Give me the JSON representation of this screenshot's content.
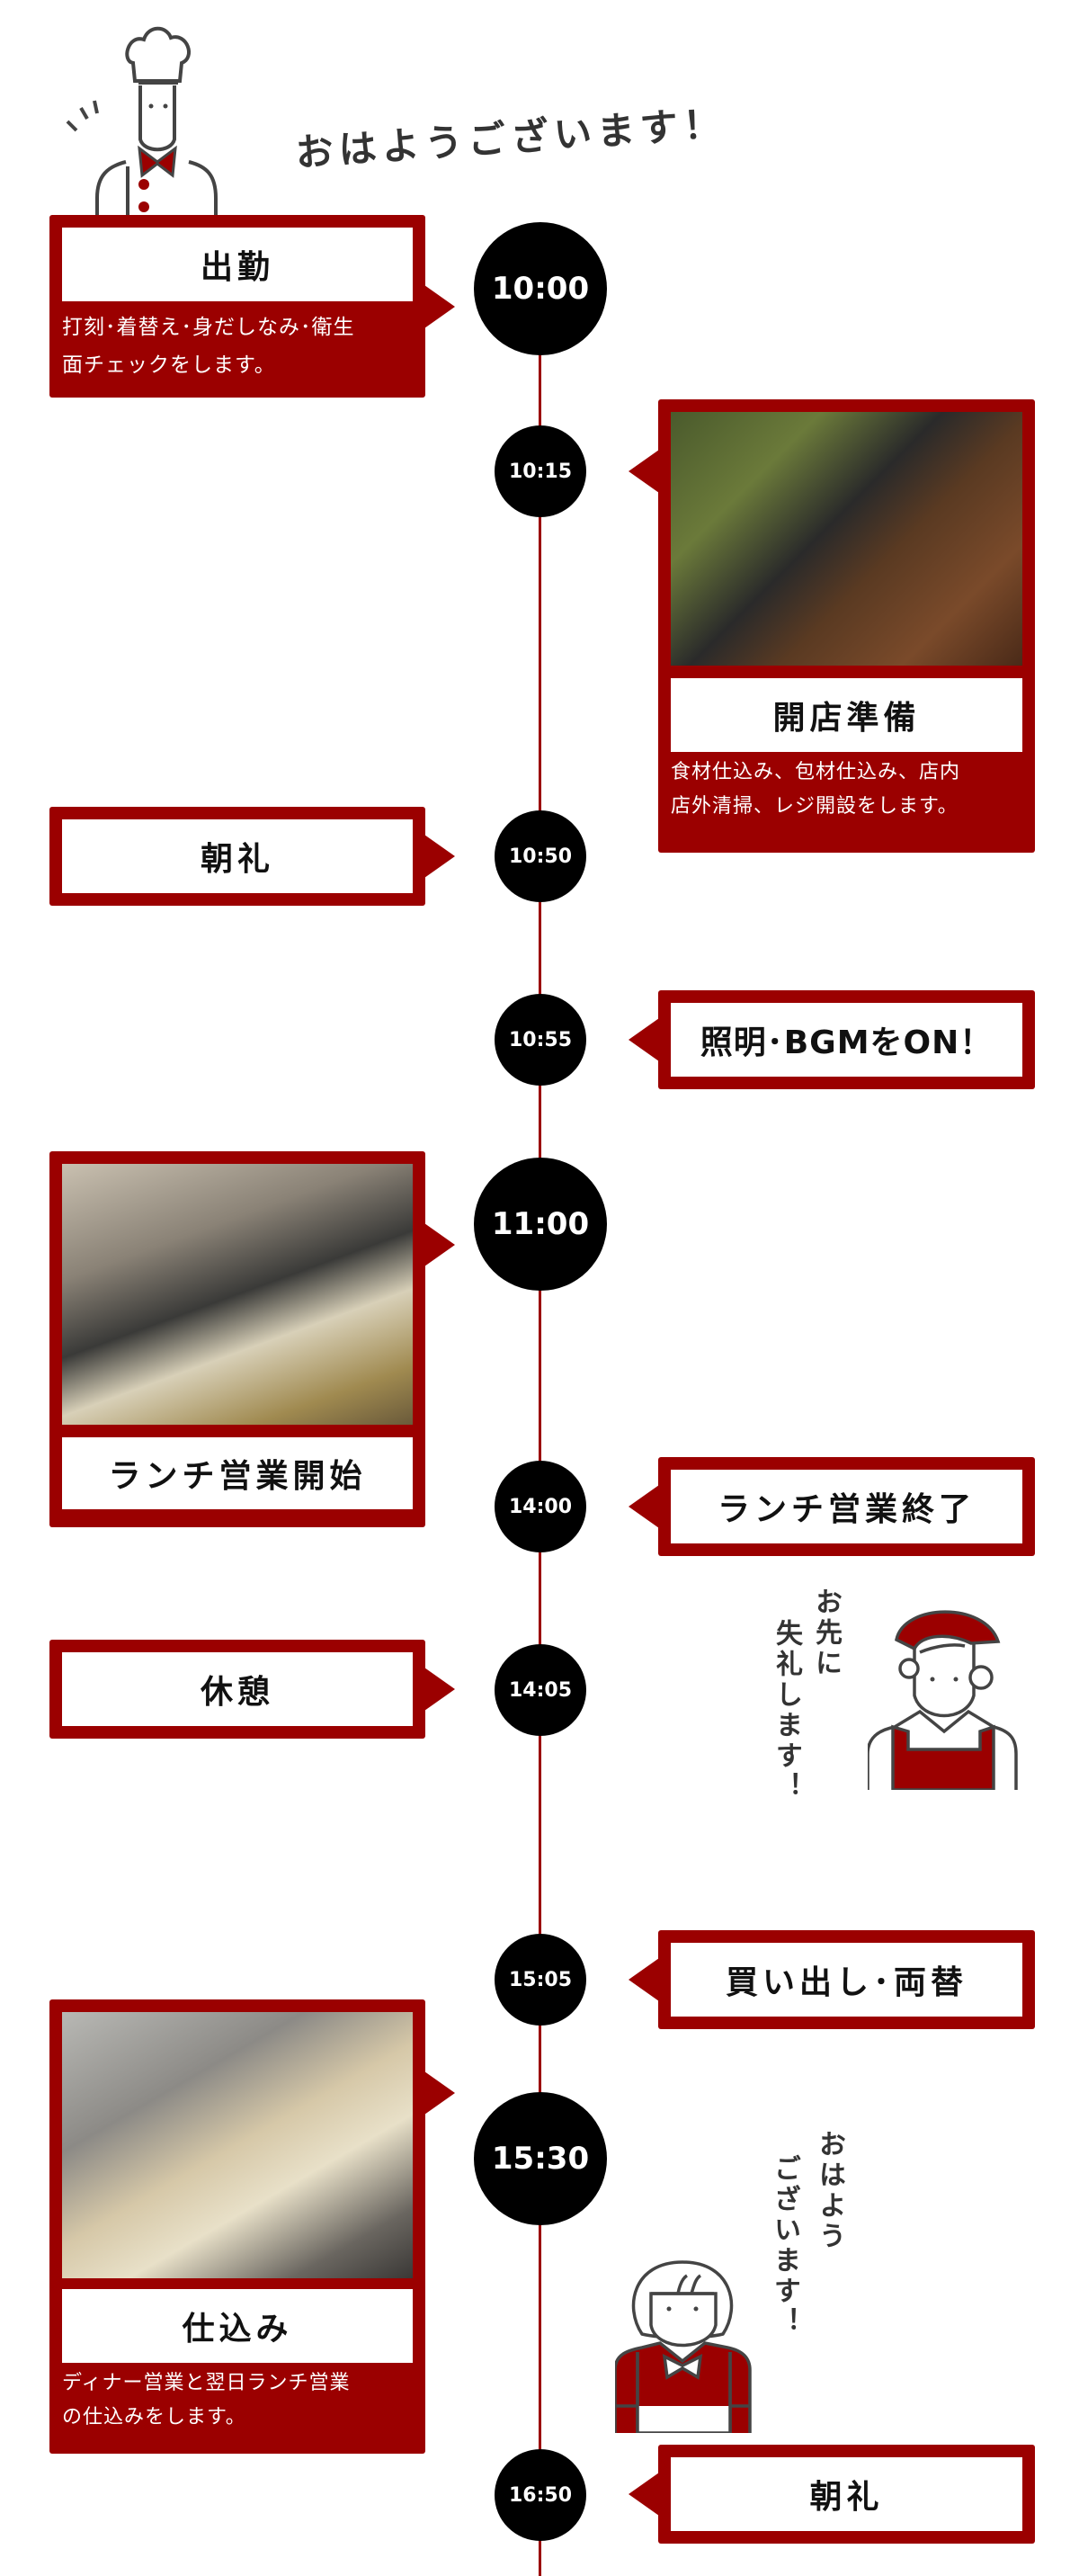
{
  "greeting": "おはようございます！",
  "colors": {
    "accent": "#9b0000",
    "circle": "#000000"
  },
  "timeline": [
    {
      "time": "10:00",
      "title": "出勤",
      "desc": [
        "打刻･着替え･身だしなみ･衛生",
        "面チェックをします。"
      ]
    },
    {
      "time": "10:15",
      "title": "開店準備",
      "desc": [
        "食材仕込み、包材仕込み、店内",
        "店外清掃、レジ開設をします。"
      ],
      "photo": "wiping-table-photo"
    },
    {
      "time": "10:50",
      "title": "朝礼"
    },
    {
      "time": "10:55",
      "title": "照明･BGMをON！"
    },
    {
      "time": "11:00",
      "title": "ランチ営業開始",
      "photo": "kitchen-photo"
    },
    {
      "time": "14:00",
      "title": "ランチ営業終了"
    },
    {
      "time": "14:05",
      "title": "休憩"
    },
    {
      "time": "15:05",
      "title": "買い出し･両替"
    },
    {
      "time": "15:30",
      "title": "仕込み",
      "desc": [
        "ディナー営業と翌日ランチ営業",
        "の仕込みをします。"
      ],
      "photo": "cutting-onion-photo"
    },
    {
      "time": "16:50",
      "title": "朝礼"
    }
  ],
  "speech": {
    "leaving": [
      "お先に",
      "失礼します！"
    ],
    "morning": [
      "おはよう",
      "ございます！"
    ]
  }
}
